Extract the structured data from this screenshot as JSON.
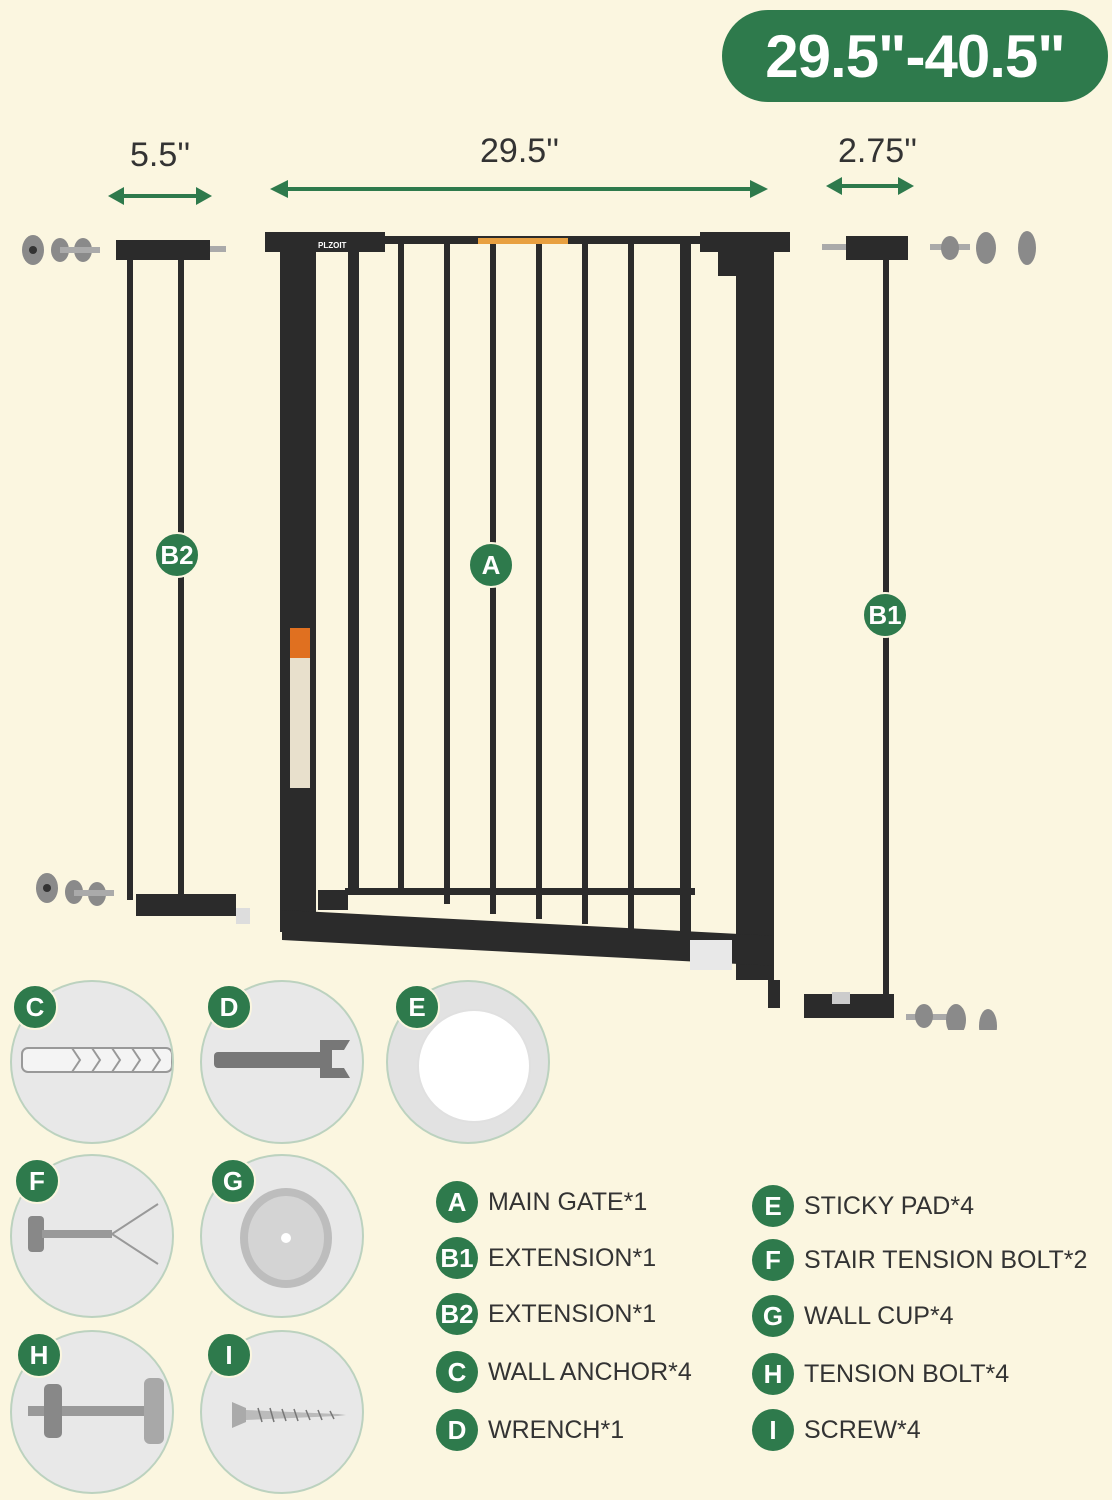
{
  "range_badge": "29.5\"-40.5\"",
  "dimensions": {
    "left_ext": "5.5''",
    "main_gate": "29.5''",
    "right_ext": "2.75''"
  },
  "gate": {
    "brand": "PLZOIT",
    "part_a_tag": "A",
    "part_b1_tag": "B1",
    "part_b2_tag": "B2"
  },
  "accessory_circles": [
    {
      "tag": "C",
      "icon": "wall-anchor-icon"
    },
    {
      "tag": "D",
      "icon": "wrench-icon"
    },
    {
      "tag": "E",
      "icon": "sticky-pad-icon"
    },
    {
      "tag": "F",
      "icon": "stair-tension-bolt-icon"
    },
    {
      "tag": "G",
      "icon": "wall-cup-icon"
    },
    {
      "tag": "H",
      "icon": "tension-bolt-icon"
    },
    {
      "tag": "I",
      "icon": "screw-icon"
    }
  ],
  "legend": [
    {
      "tag": "A",
      "text": "MAIN GATE*1"
    },
    {
      "tag": "B1",
      "text": "EXTENSION*1"
    },
    {
      "tag": "B2",
      "text": "EXTENSION*1"
    },
    {
      "tag": "C",
      "text": "WALL ANCHOR*4"
    },
    {
      "tag": "D",
      "text": "WRENCH*1"
    },
    {
      "tag": "E",
      "text": "STICKY PAD*4"
    },
    {
      "tag": "F",
      "text": "STAIR TENSION BOLT*2"
    },
    {
      "tag": "G",
      "text": "WALL CUP*4"
    },
    {
      "tag": "H",
      "text": "TENSION BOLT*4"
    },
    {
      "tag": "I",
      "text": "SCREW*4"
    }
  ],
  "colors": {
    "background": "#fbf6e0",
    "accent_green": "#2e7a4c",
    "gate_black": "#2b2b2b",
    "hardware_gray": "#8a8a8a"
  }
}
